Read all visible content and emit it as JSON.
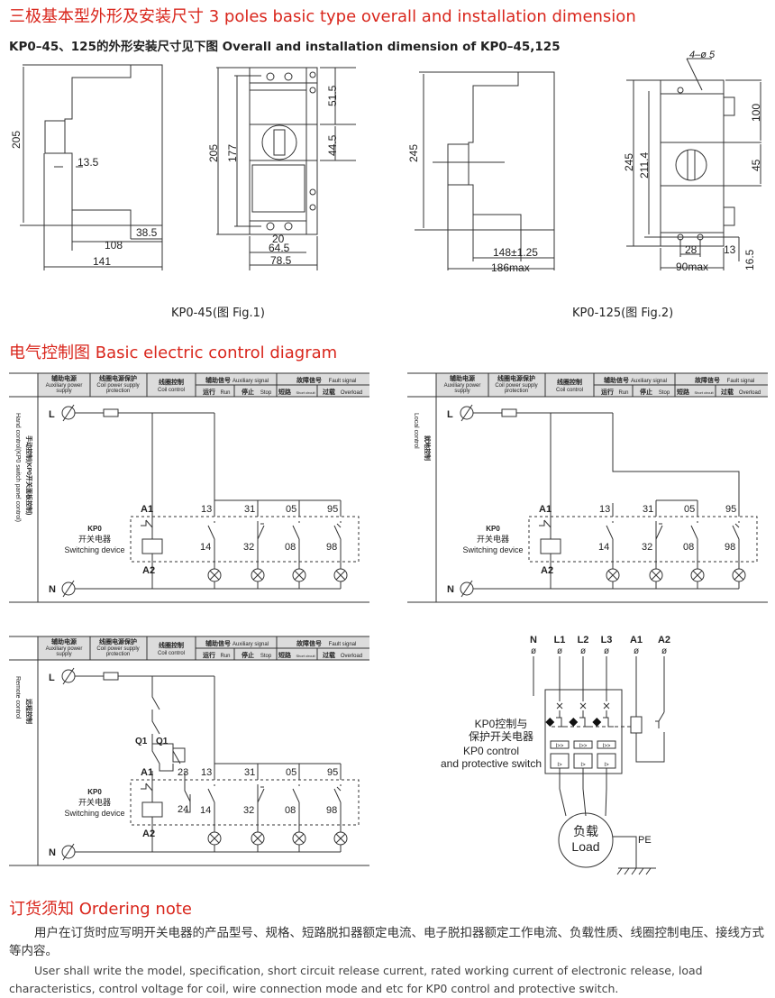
{
  "title": "三极基本型外形及安装尺寸 3 poles basic type overall and installation dimension",
  "subtitle": "KP0–45、125的外形安装尺寸见下图 Overall and installation dimension of KP0–45,125",
  "fig1": {
    "caption": "KP0-45(图 Fig.1)",
    "dims": [
      "205",
      "13.5",
      "38.5",
      "108",
      "141",
      "205",
      "177",
      "51.5",
      "44.5",
      "20",
      "64.5",
      "78.5"
    ]
  },
  "fig2": {
    "caption": "KP0-125(图 Fig.2)",
    "dims": [
      "245",
      "148±1.25",
      "186max",
      "4–ø 5",
      "245",
      "211.4",
      "100",
      "45",
      "28",
      "13",
      "16.5",
      "90max"
    ]
  },
  "section2_title": "电气控制图 Basic electric control diagram",
  "header": {
    "aux_power_cn": "辅助电源",
    "aux_power_en1": "Auxiliary power",
    "aux_power_en2": "supply",
    "coil_prot_cn": "线圈电源保护",
    "coil_prot_en1": "Coil power supply",
    "coil_prot_en2": "protection",
    "coil_ctrl_cn": "线圈控制",
    "coil_ctrl_en": "Coil control",
    "aux_signal_cn": "辅助信号",
    "aux_signal_en": "Auxiliary signal",
    "run_cn": "运行",
    "run_en": "Run",
    "stop_cn": "停止",
    "stop_en": "Stop",
    "fault_cn": "故障信号",
    "fault_en": "Fault signal",
    "short_cn": "短路",
    "short_en": "Short circuit",
    "overload_cn": "过载",
    "overload_en": "Overload"
  },
  "diagrams": [
    {
      "mode_cn": "手动控制(KP0开关面板控制)",
      "mode_en": "Hand control(KP0 switch panel control)"
    },
    {
      "mode_cn": "就地控制",
      "mode_en": "Local control"
    },
    {
      "mode_cn": "远程控制",
      "mode_en": "Remote control"
    }
  ],
  "terminals": {
    "L": "L",
    "N": "N",
    "A1": "A1",
    "A2": "A2",
    "t13": "13",
    "t31": "31",
    "t05": "05",
    "t95": "95",
    "t14": "14",
    "t32": "32",
    "t08": "08",
    "t98": "98",
    "Q1": "Q1",
    "t23": "23",
    "t24": "24"
  },
  "device": {
    "kp0": "KP0",
    "cn": "开关电器",
    "en": "Switching device"
  },
  "power": {
    "N": "N",
    "L1": "L1",
    "L2": "L2",
    "L3": "L3",
    "A1": "A1",
    "A2": "A2",
    "label_cn1": "KP0控制与",
    "label_cn2": "保护开关电器",
    "label_en1": "KP0 control",
    "label_en2": "and protective switch",
    "inst": "I>>",
    "therm": "I>",
    "load_cn": "负载",
    "load_en": "Load",
    "pe": "PE"
  },
  "section3_title": "订货须知 Ordering note",
  "ordering_cn": "用户在订货时应写明开关电器的产品型号、规格、短路脱扣器额定电流、电子脱扣器额定工作电流、负载性质、线圈控制电压、接线方式等内容。",
  "ordering_en": "User shall write the model, specification, short circuit release current, rated working current of electronic release, load characteristics, control voltage for coil, wire connection mode and etc for KP0 control and protective switch."
}
